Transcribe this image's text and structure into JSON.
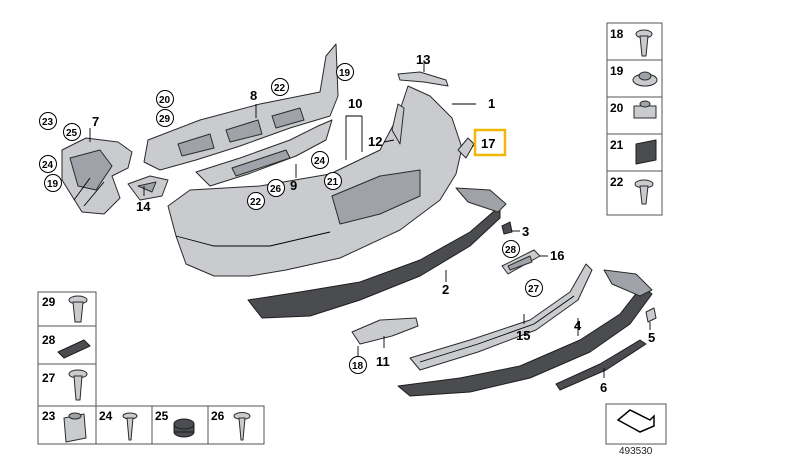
{
  "diagram": {
    "number": "493530",
    "callouts": [
      "1",
      "2",
      "3",
      "4",
      "5",
      "6",
      "7",
      "8",
      "9",
      "10",
      "11",
      "12",
      "13",
      "14",
      "15",
      "16",
      "17"
    ],
    "circled": [
      "19",
      "20",
      "21",
      "22",
      "23",
      "24",
      "25",
      "26",
      "27",
      "28",
      "29"
    ],
    "highlighted": "17",
    "highlight_color": "#f2b705",
    "right_panel": [
      "18",
      "19",
      "20",
      "21",
      "22"
    ],
    "left_panel": [
      "29",
      "28",
      "27"
    ],
    "bottom_row": [
      "23",
      "24",
      "25",
      "26"
    ]
  }
}
